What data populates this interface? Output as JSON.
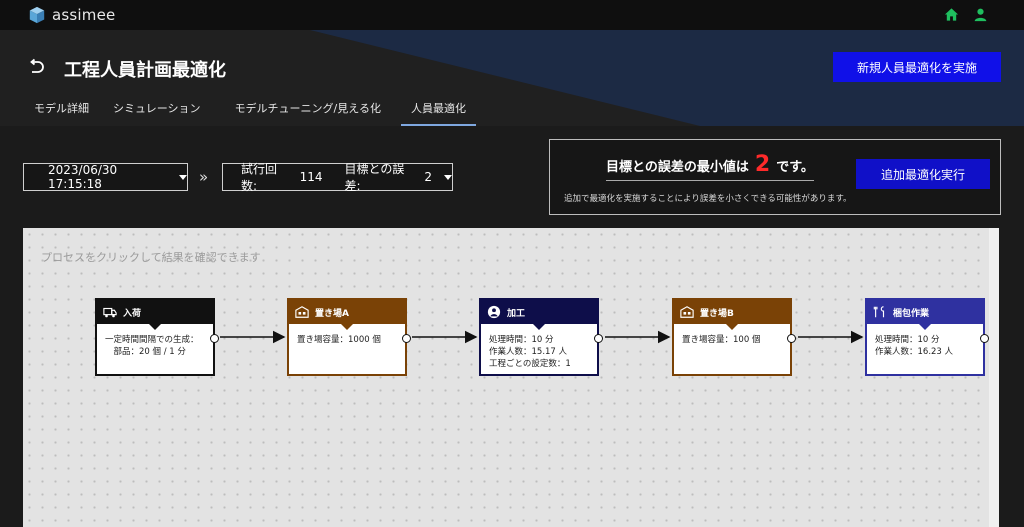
{
  "app": {
    "name": "assimee"
  },
  "header": {
    "title": "工程人員計画最適化",
    "primary_button": "新規人員最適化を実施"
  },
  "tabs": [
    {
      "label": "モデル詳細",
      "active": false
    },
    {
      "label": "シミュレーション",
      "active": false
    },
    {
      "label": "モデルチューニング/見える化",
      "active": false
    },
    {
      "label": "人員最適化",
      "active": true
    }
  ],
  "controls": {
    "datetime": "2023/06/30 17:15:18",
    "trial_label": "試行回数:",
    "trial_count": "114",
    "error_label": "目標との誤差:",
    "error_value": "2"
  },
  "result": {
    "prefix": "目標との誤差の最小値は",
    "value": "2",
    "suffix": "です。",
    "note": "追加で最適化を実施することにより誤差を小さくできる可能性があります。",
    "button": "追加最適化実行"
  },
  "canvas": {
    "hint": "プロセスをクリックして結果を確認できます",
    "nodes": [
      {
        "title": "入荷",
        "icon": "truck-icon",
        "color": "#111111",
        "lines": [
          "一定時間間隔での生成：",
          "　部品：20 個 / 1 分"
        ]
      },
      {
        "title": "置き場A",
        "icon": "warehouse-icon",
        "color": "#7a4206",
        "lines": [
          "置き場容量：1000 個"
        ]
      },
      {
        "title": "加工",
        "icon": "worker-icon",
        "color": "#0e0e4a",
        "lines": [
          "処理時間：10 分",
          "作業人数：15.17 人",
          "工程ごとの設定数：1"
        ]
      },
      {
        "title": "置き場B",
        "icon": "warehouse-icon",
        "color": "#7a4206",
        "lines": [
          "置き場容量：100 個"
        ]
      },
      {
        "title": "梱包作業",
        "icon": "tools-icon",
        "color": "#2f31a0",
        "lines": [
          "処理時間：10 分",
          "作業人数：16.23 人"
        ]
      }
    ]
  },
  "colors": {
    "accent": "#1010e8",
    "highlight": "#ff2a2a",
    "green_icons": "#1fbf5f"
  }
}
